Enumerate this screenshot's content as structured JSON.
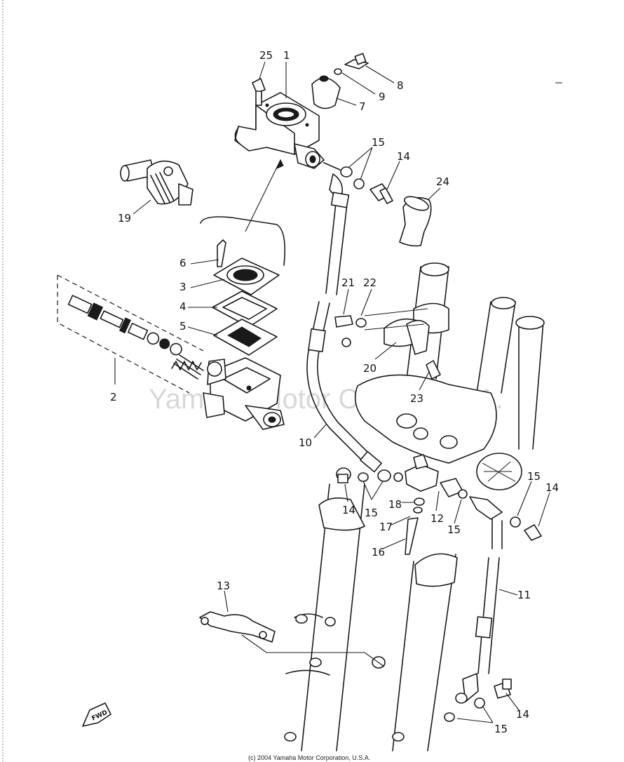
{
  "watermark": "Yamaha Motor Corp., U.S.A.",
  "copyright": "(c) 2004 Yamaha Motor Corporation, U.S.A.",
  "fwd_label": "FWD",
  "callouts": {
    "c25": "25",
    "c1": "1",
    "c8": "8",
    "c9": "9",
    "c7": "7",
    "c15a": "15",
    "c14a": "14",
    "c24": "24",
    "c19": "19",
    "c6": "6",
    "c3": "3",
    "c4": "4",
    "c5": "5",
    "c2": "2",
    "c21": "21",
    "c22": "22",
    "c20": "20",
    "c23": "23",
    "c10": "10",
    "c15b": "15",
    "c14b": "14",
    "c15c": "15",
    "c14c": "14",
    "c18": "18",
    "c17": "17",
    "c12": "12",
    "c15d": "15",
    "c16": "16",
    "c11": "11",
    "c13": "13",
    "c14d": "14",
    "c15e": "15"
  }
}
